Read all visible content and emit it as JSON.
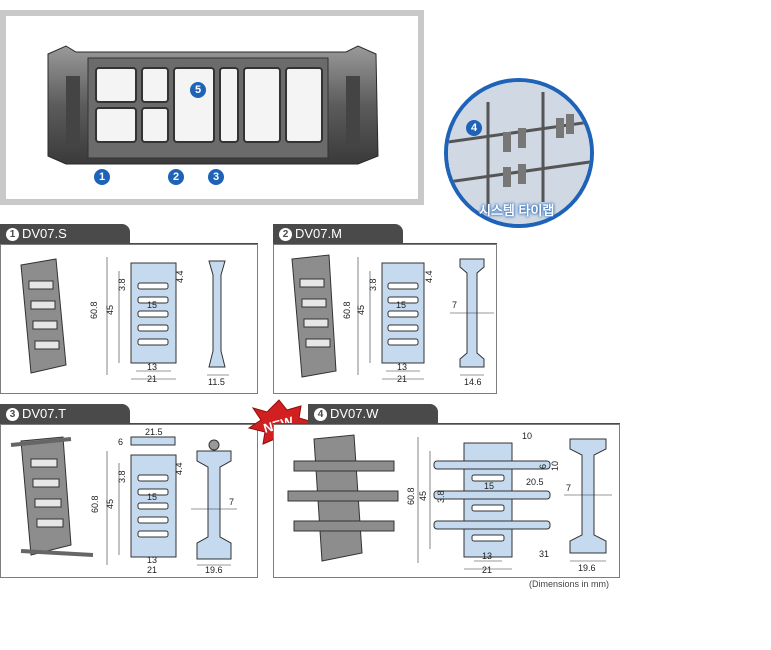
{
  "hero": {
    "callouts": [
      "1",
      "2",
      "3",
      "5"
    ]
  },
  "detail": {
    "callout": "4",
    "label": "시스템 타이랩"
  },
  "panels": [
    {
      "num": "1",
      "title": "DV07.S",
      "dims": {
        "height": "60.8",
        "inner": "45",
        "top1": "3.8",
        "top2": "4.4",
        "mid": "15",
        "bottom1": "13",
        "bottom2": "21",
        "side": "11.5"
      }
    },
    {
      "num": "2",
      "title": "DV07.M",
      "dims": {
        "height": "60.8",
        "inner": "45",
        "top1": "3.8",
        "top2": "4.4",
        "mid": "15",
        "bottom1": "13",
        "bottom2": "21",
        "side": "14.6",
        "sideMid": "7"
      }
    },
    {
      "num": "3",
      "title": "DV07.T",
      "dims": {
        "height": "60.8",
        "inner": "45",
        "top1": "3.8",
        "top2": "4.4",
        "mid": "15",
        "bottom1": "13",
        "bottom2": "21",
        "side": "19.6",
        "sideMid": "7",
        "pinTop": "21.5",
        "pinSide": "6"
      }
    },
    {
      "num": "4",
      "title": "DV07.W",
      "dims": {
        "height": "60.8",
        "inner": "45",
        "top1": "3.8",
        "mid": "15",
        "bottom1": "13",
        "bottom2": "21",
        "w1": "10",
        "w2": "6",
        "w3": "10",
        "w4": "20.5",
        "w5": "31",
        "side": "19.6",
        "sideMid": "7"
      }
    }
  ],
  "new_badge": "NEW",
  "footnote": "(Dimensions in mm)",
  "colors": {
    "accent": "#1e63b8",
    "part_fill": "#c5daef",
    "tab": "#4a4a4a"
  }
}
